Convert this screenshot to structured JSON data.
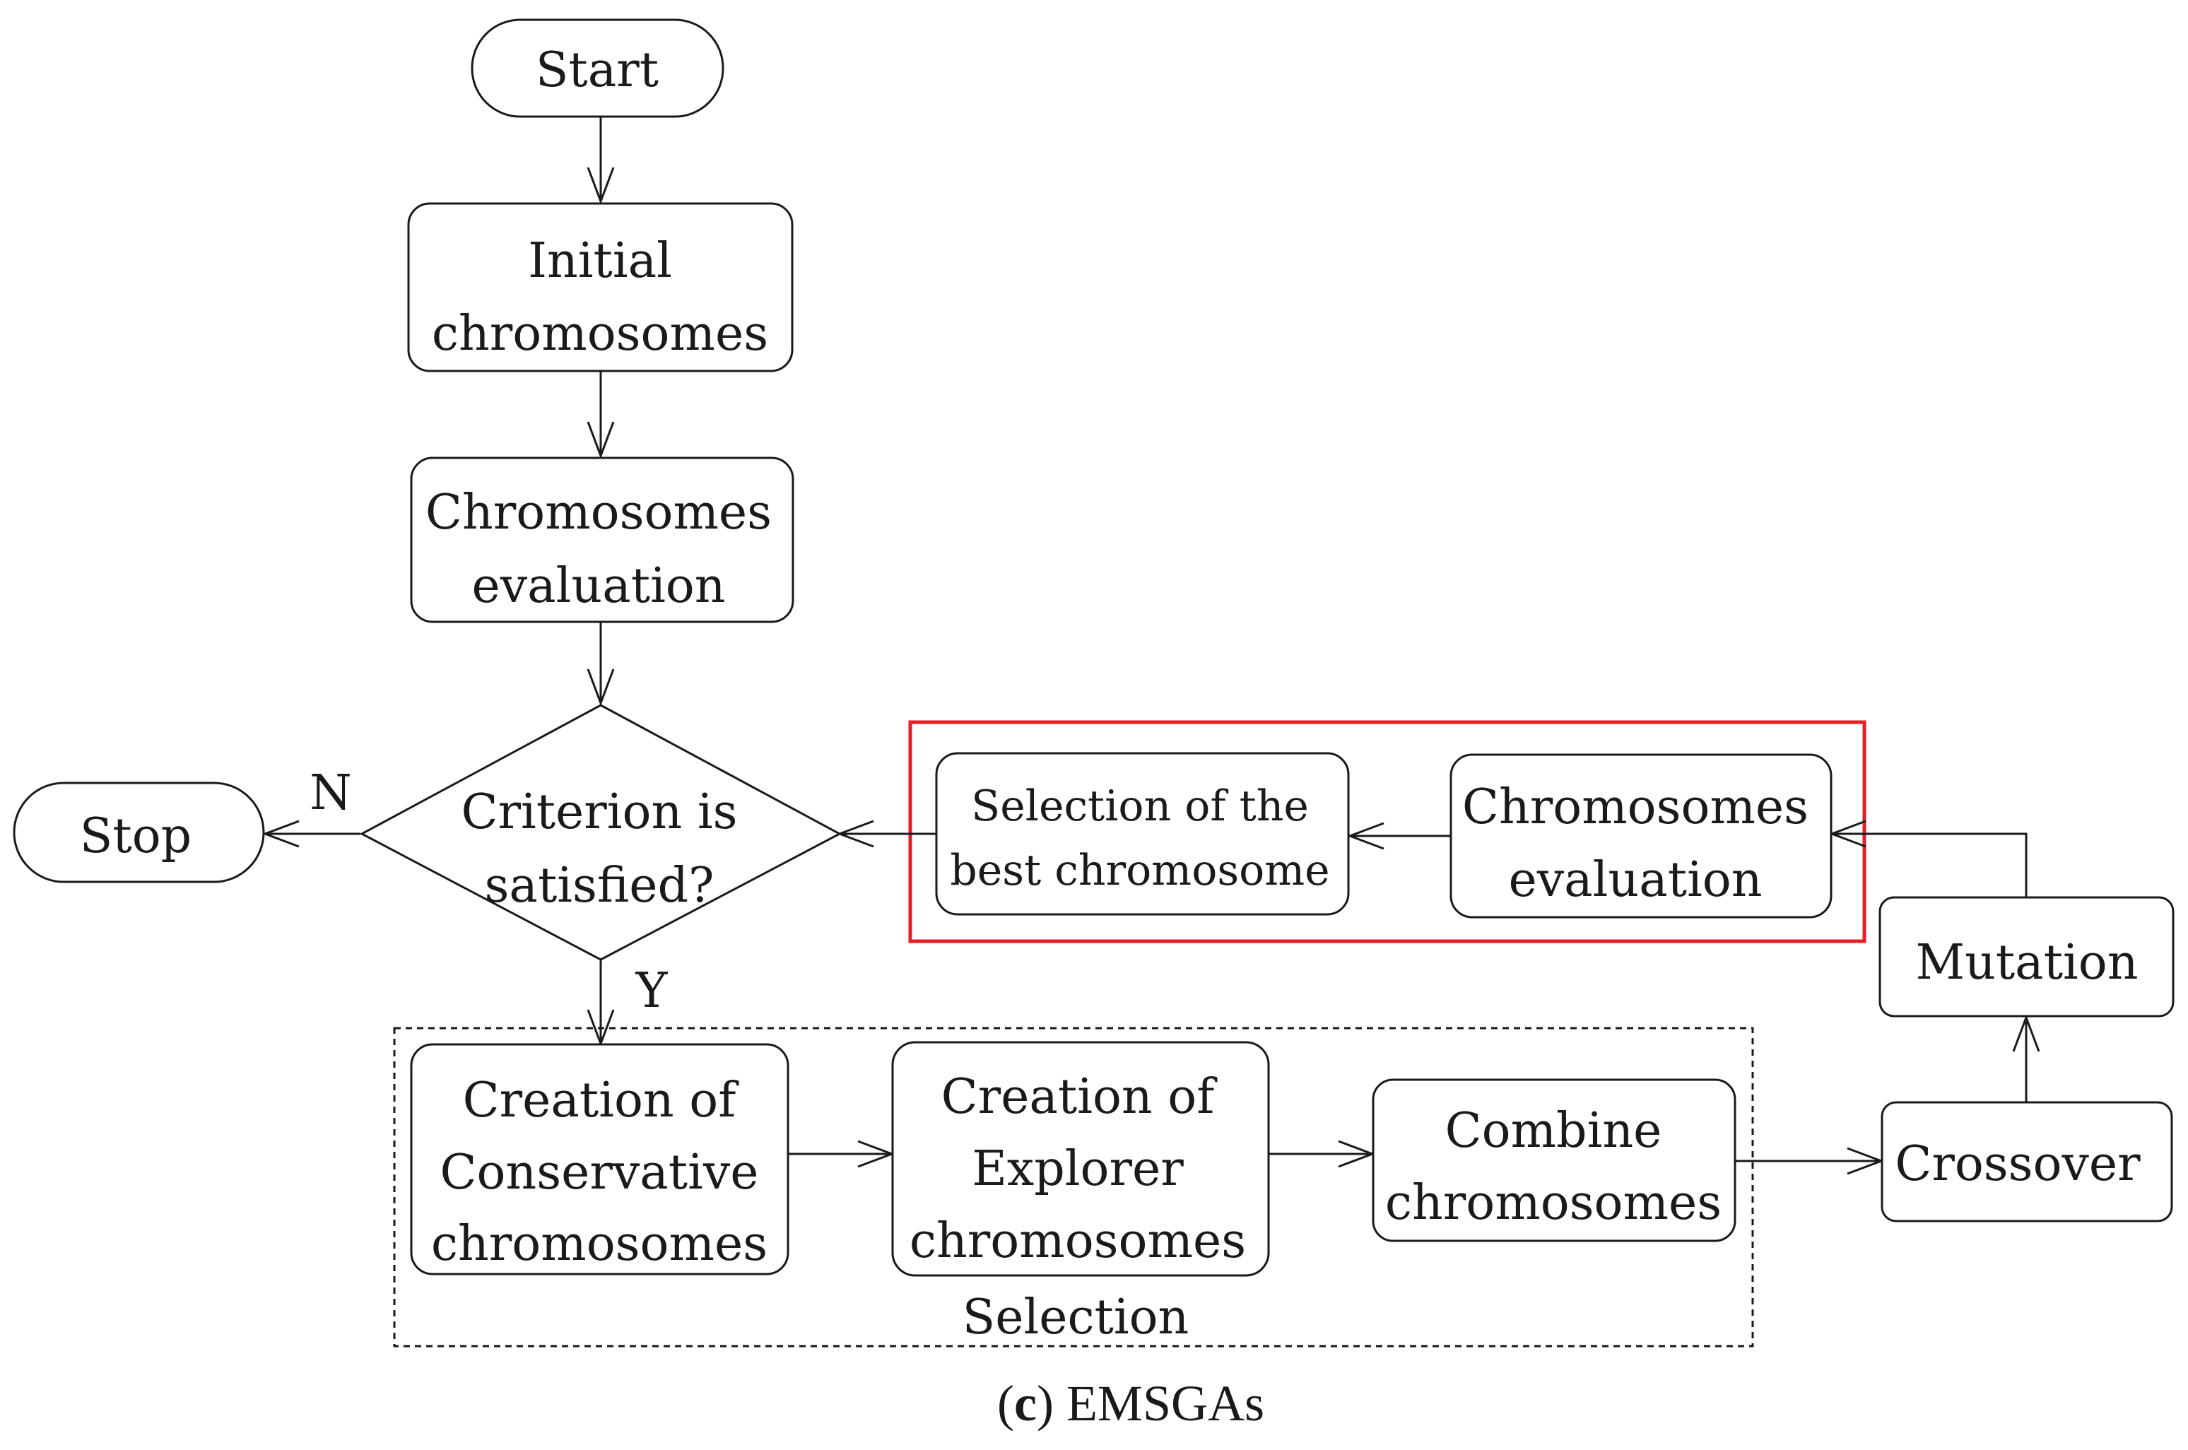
{
  "diagram": {
    "nodes": {
      "start": {
        "lines": [
          "Start"
        ]
      },
      "initial": {
        "lines": [
          "Initial",
          "chromosomes"
        ]
      },
      "eval1": {
        "lines": [
          "Chromosomes",
          "evaluation"
        ]
      },
      "criterion": {
        "lines": [
          "Criterion is",
          "satisfied?"
        ]
      },
      "stop": {
        "lines": [
          "Stop"
        ]
      },
      "conservative": {
        "lines": [
          "Creation of",
          "Conservative",
          "chromosomes"
        ]
      },
      "explorer": {
        "lines": [
          "Creation of",
          "Explorer",
          "chromosomes"
        ]
      },
      "combine": {
        "lines": [
          "Combine",
          "chromosomes"
        ]
      },
      "crossover": {
        "lines": [
          "Crossover"
        ]
      },
      "mutation": {
        "lines": [
          "Mutation"
        ]
      },
      "eval2": {
        "lines": [
          "Chromosomes",
          "evaluation"
        ]
      },
      "select_best": {
        "lines": [
          "Selection of the",
          "best chromosome"
        ]
      }
    },
    "edge_labels": {
      "no": "N",
      "yes": "Y"
    },
    "groups": {
      "selection": "Selection"
    },
    "caption": {
      "open": "(",
      "letter": "c",
      "close": ")",
      "text": " EMSGAs"
    },
    "colors": {
      "stroke": "#1a1a1a",
      "highlight": "#e31e24"
    }
  }
}
